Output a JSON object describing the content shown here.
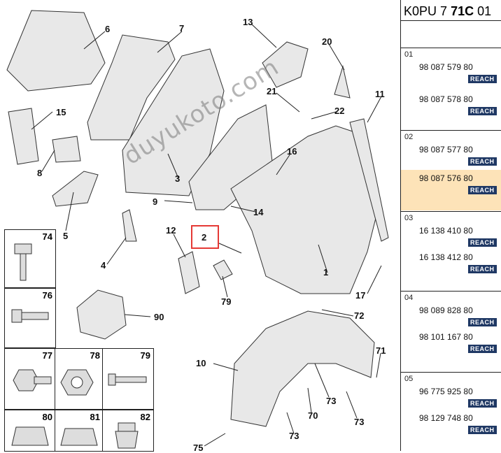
{
  "diagram": {
    "watermark": "duyukoto.com",
    "labels": [
      "1",
      "2",
      "3",
      "4",
      "5",
      "6",
      "7",
      "8",
      "9",
      "10",
      "11",
      "12",
      "13",
      "14",
      "15",
      "16",
      "17",
      "20",
      "21",
      "22",
      "70",
      "71",
      "72",
      "73",
      "73",
      "73",
      "75",
      "79",
      "90"
    ],
    "hardware_boxes": [
      "74",
      "76",
      "77",
      "78",
      "79",
      "80",
      "81",
      "82"
    ]
  },
  "sidebar": {
    "header_prefix": "K0PU 7",
    "header_bold": "71C",
    "header_suffix": "01",
    "groups": [
      {
        "num": "01",
        "parts": [
          {
            "pn": "98 087 579 80",
            "tag": "REACH",
            "highlight": false
          },
          {
            "pn": "98 087 578 80",
            "tag": "REACH",
            "highlight": false
          }
        ]
      },
      {
        "num": "02",
        "parts": [
          {
            "pn": "98 087 577 80",
            "tag": "REACH",
            "highlight": false
          },
          {
            "pn": "98 087 576 80",
            "tag": "REACH",
            "highlight": true
          }
        ]
      },
      {
        "num": "03",
        "parts": [
          {
            "pn": "16 138 410 80",
            "tag": "REACH",
            "highlight": false
          },
          {
            "pn": "16 138 412 80",
            "tag": "REACH",
            "highlight": false
          }
        ]
      },
      {
        "num": "04",
        "parts": [
          {
            "pn": "98 089 828 80",
            "tag": "REACH",
            "highlight": false
          },
          {
            "pn": "98 101 167 80",
            "tag": "REACH",
            "highlight": false
          }
        ]
      },
      {
        "num": "05",
        "parts": [
          {
            "pn": "96 775 925 80",
            "tag": "REACH",
            "highlight": false
          },
          {
            "pn": "98 129 748 80",
            "tag": "REACH",
            "highlight": false
          }
        ]
      }
    ]
  }
}
